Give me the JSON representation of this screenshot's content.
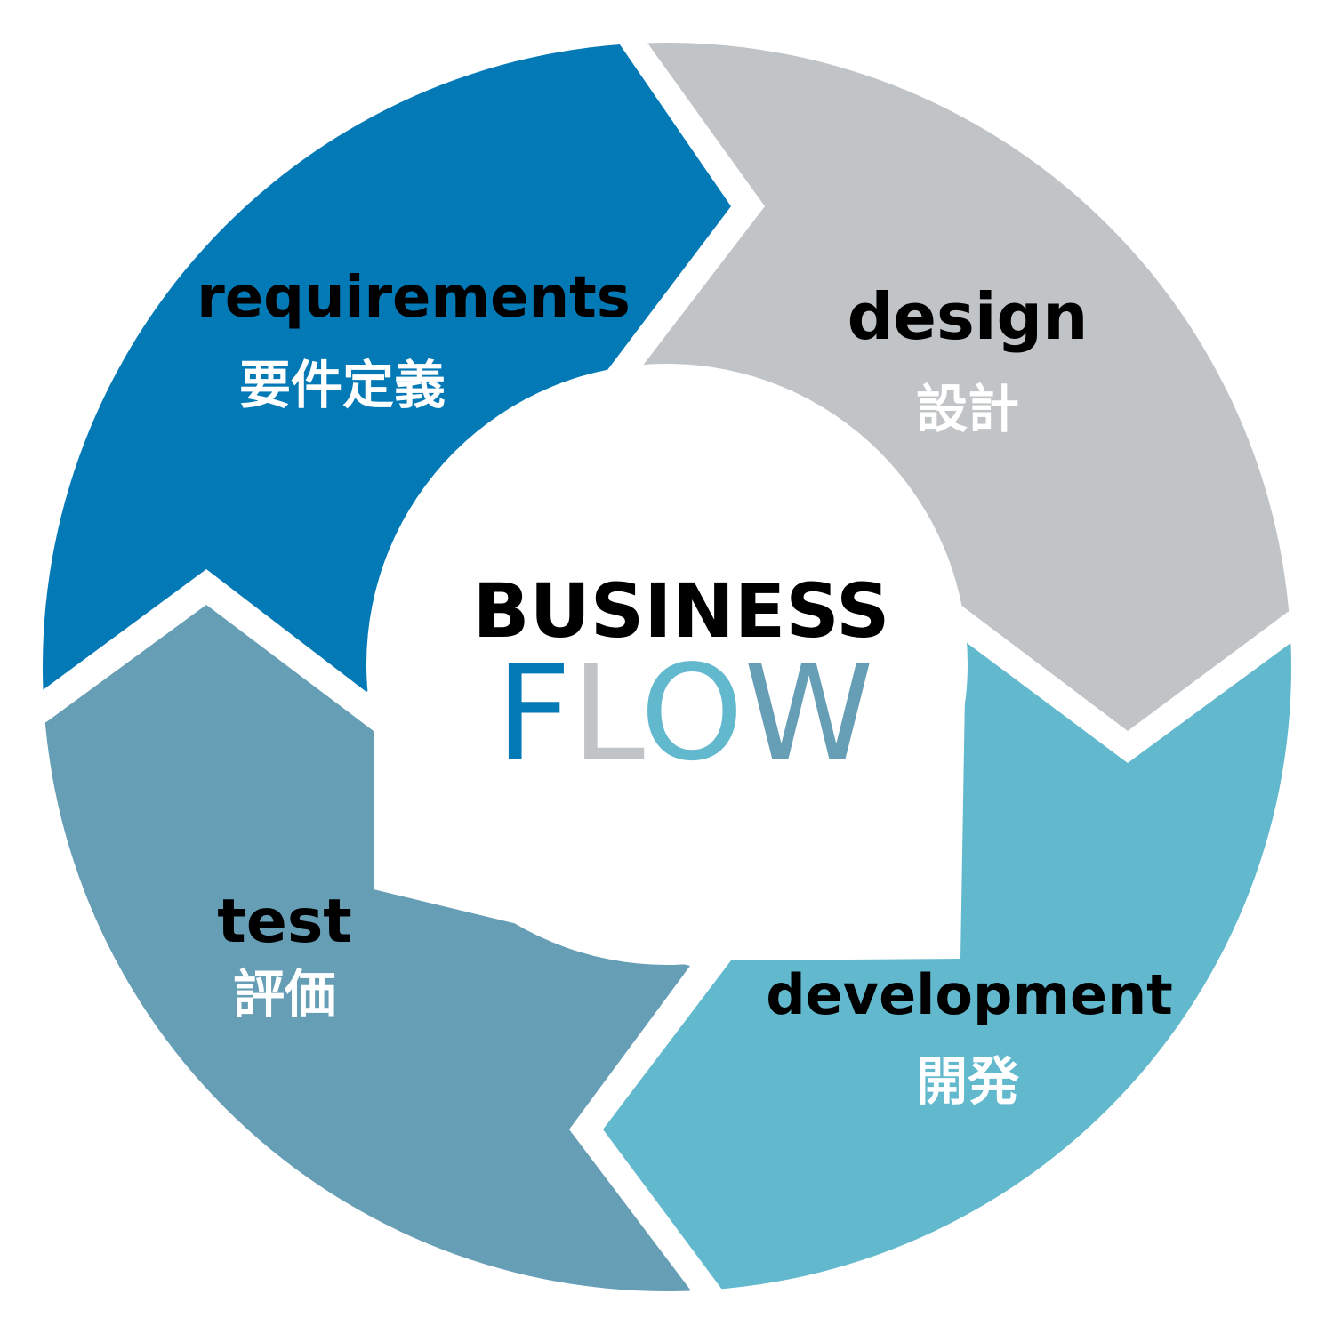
{
  "center": {
    "line1": "BUSINESS",
    "line2_letters": [
      {
        "char": "F",
        "color": "#0379b6"
      },
      {
        "char": "L",
        "color": "#c0c4c7"
      },
      {
        "char": "O",
        "color": "#62b8cd"
      },
      {
        "char": "W",
        "color": "#669eb6"
      }
    ]
  },
  "stages": [
    {
      "id": "requirements",
      "label_en": "requirements",
      "label_jp": "要件定義",
      "color": "#0379b6"
    },
    {
      "id": "design",
      "label_en": "design",
      "label_jp": "設計",
      "color": "#c0c4c7"
    },
    {
      "id": "development",
      "label_en": "development",
      "label_jp": "開発",
      "color": "#62b8cd"
    },
    {
      "id": "test",
      "label_en": "test",
      "label_jp": "評価",
      "color": "#669eb6"
    }
  ]
}
